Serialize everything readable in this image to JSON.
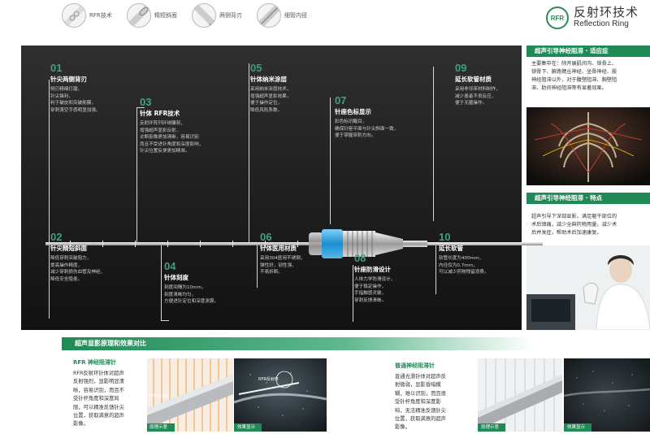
{
  "top_bar": {
    "items": [
      {
        "label": "RFR技术",
        "icon": "rfr-rings-icon"
      },
      {
        "label": "精短斜面",
        "icon": "short-bevel-icon"
      },
      {
        "label": "两侧背刃",
        "icon": "back-edge-icon"
      },
      {
        "label": "细管内径",
        "icon": "thin-tube-icon"
      }
    ],
    "brand": {
      "logo": "RFR",
      "cn": "反射环技术",
      "en": "Reflection Ring"
    }
  },
  "features": [
    {
      "num": "01",
      "title": "针尖两侧背刃",
      "desc": "侧刃精细打磨，\n针尖锋利，\n利于破皮和突破筋膜，\n穿刺落空手感明显加强。"
    },
    {
      "num": "02",
      "title": "针尖精短斜面",
      "desc": "降低穿刺突破阻力，\n提高操作精度，\n减少穿刺损伤血管及神经，\n降低安全隐患。"
    },
    {
      "num": "03",
      "title": "针体 RFR技术",
      "desc": "反射环阵列环绕雕刻，\n增强超声显影反射，\n诊断影像更加清晰，容易识别\n而且不受进针角度和深度影响，\n针尖位置反馈更加精准。"
    },
    {
      "num": "04",
      "title": "针体刻度",
      "desc": "刻度间隔为10mm，\n刻度清晰均匀，\n方便进针定位和深度测算。"
    },
    {
      "num": "05",
      "title": "针体纳米涂层",
      "desc": "采用纳米涂层技术，\n增强超声显影效果，\n便于操作定位，\n降低风险系数。"
    },
    {
      "num": "06",
      "title": "针体医用材质",
      "desc": "采用304医用不锈钢，\n弹性好，韧性强，\n不易折断。"
    },
    {
      "num": "07",
      "title": "针座色标显示",
      "desc": "彩色标识醒目，\n确保针座平面与针尖斜面一致，\n便于掌握穿刺方向。"
    },
    {
      "num": "08",
      "title": "针座防滑设计",
      "desc": "人体力学防滑设计，\n便于稳定操作，\n手指触感灵敏，\n穿刺反馈清晰。"
    },
    {
      "num": "09",
      "title": "延长软管材质",
      "desc": "采用非邻苯材料制作，\n减少患者不良反应，\n便于无菌操作。"
    },
    {
      "num": "10",
      "title": "延长软管",
      "desc": "软管长度为400mm，\n内径仅为0.7mm，\n可以减少药物残留浪费。"
    }
  ],
  "right_panel": {
    "indications_title": "超声引导神经阻滞 · 适应症",
    "indications_text": "主要集中在：除开展肌间沟、锁骨上、\n锁骨下、腋路臂丛神经、坐骨神经、股\n神经阻滞以外，对于腹壁阻滞、胸壁阻\n滞、肋间神经阻滞等有显著效果。",
    "features_title": "超声引导神经阻滞 · 特点",
    "features_text": "超声引导下深部显影，满足躯干部位的\n术后镇痛，减少全麻药物用量，减少术\n后并发症，帮助术后加速康复。"
  },
  "bottom": {
    "header": "超声显影原理和效果对比",
    "rfr_title": "RFR 神经阻滞针",
    "rfr_text": "RFR反射环针体对超声\n反射强烈，显影明显清\n晰，容易识别，而且不\n受针杆角度和深度局\n限，可以精准反馈针尖\n位置，获取满意的超声\n影像。",
    "rfr_caption_principle": "原理示意",
    "rfr_caption_effect": "效果显示",
    "rfr_needle_label": "RFR反射环",
    "rfr_ultra_label": "RFR反射环",
    "normal_title": "普通神经阻滞针",
    "normal_text": "普通光滑针体对超声反\n射微弱，显影昏暗模\n糊，难以识别，而且很\n受针杆角度和深度影\n响，无法精准反馈针尖\n位置，获取满意的超声\n影像。",
    "normal_caption_principle": "原理示意",
    "normal_caption_effect": "效果显示"
  }
}
